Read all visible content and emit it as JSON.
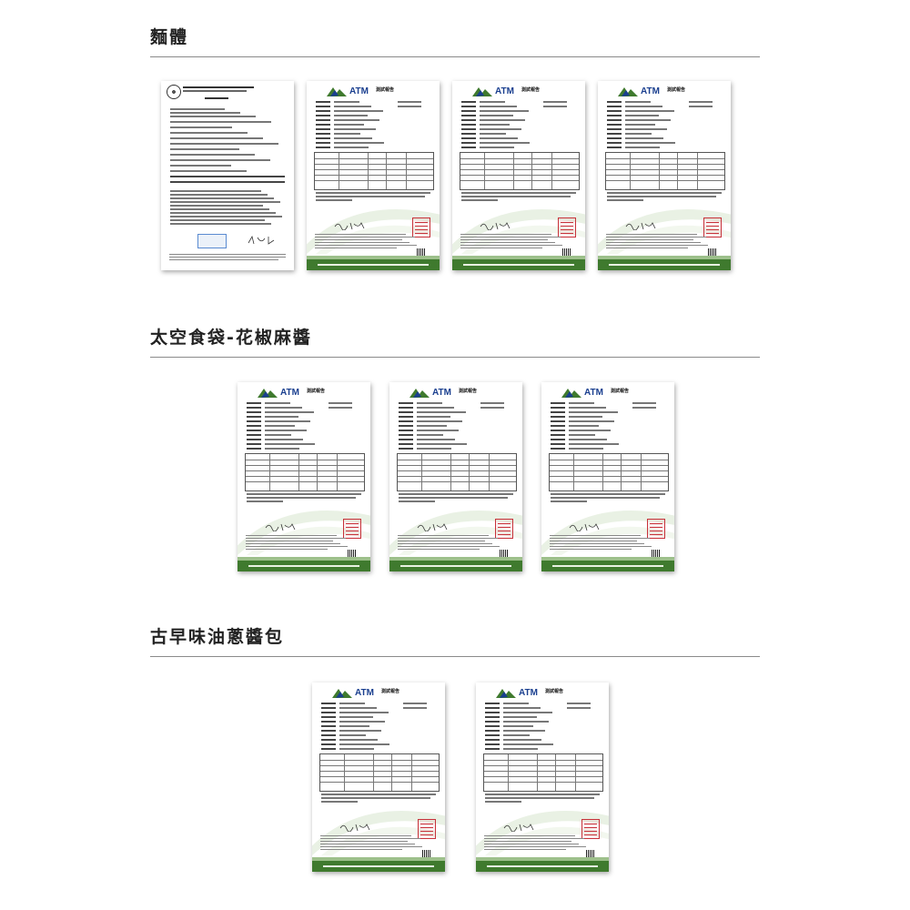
{
  "sections": [
    {
      "title": "麵體",
      "documents": [
        {
          "kind": "certificate",
          "brand": ""
        },
        {
          "kind": "test-report",
          "brand": "ATM",
          "heading": "測試報告"
        },
        {
          "kind": "test-report",
          "brand": "ATM",
          "heading": "測試報告"
        },
        {
          "kind": "test-report",
          "brand": "ATM",
          "heading": "測試報告"
        }
      ]
    },
    {
      "title": "太空食袋-花椒麻醬",
      "documents": [
        {
          "kind": "test-report",
          "brand": "ATM",
          "heading": "測試報告"
        },
        {
          "kind": "test-report",
          "brand": "ATM",
          "heading": "測試報告"
        },
        {
          "kind": "test-report",
          "brand": "ATM",
          "heading": "測試報告"
        }
      ]
    },
    {
      "title": "古早味油蔥醬包",
      "documents": [
        {
          "kind": "test-report",
          "brand": "ATM",
          "heading": "測試報告"
        },
        {
          "kind": "test-report",
          "brand": "ATM",
          "heading": "測試報告"
        }
      ]
    }
  ],
  "colors": {
    "brand_blue": "#1a3f8f",
    "brand_green": "#3f7a2e",
    "stamp_red": "#c7323a",
    "rule": "#8a8a8a"
  }
}
